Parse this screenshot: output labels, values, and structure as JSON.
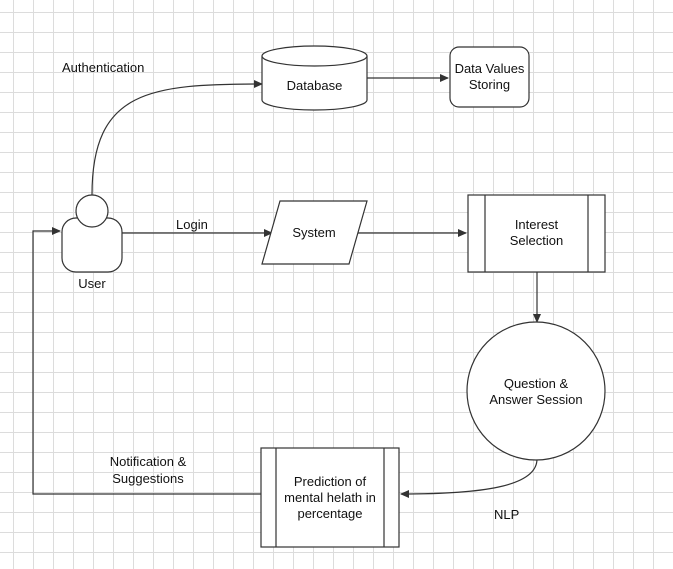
{
  "nodes": {
    "database": "Database",
    "data_storing": "Data Values Storing",
    "user": "User",
    "system": "System",
    "interest": "Interest Selection",
    "qa": "Question & Answer Session",
    "prediction": "Prediction of mental helath in percentage"
  },
  "edges": {
    "authentication": "Authentication",
    "login": "Login",
    "nlp": "NLP",
    "notification_line1": "Notification &",
    "notification_line2": "Suggestions"
  },
  "colors": {
    "stroke": "#333333",
    "fill": "#ffffff",
    "grid": "#dcdcdc"
  }
}
